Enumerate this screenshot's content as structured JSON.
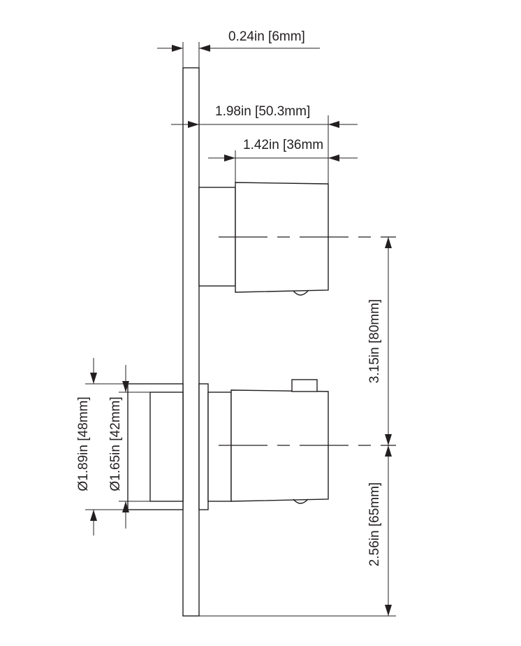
{
  "dimensions": {
    "panel_thickness": "0.24in [6mm]",
    "overall_depth": "1.98in [50.3mm]",
    "cartridge_depth": "1.42in [36mm",
    "center_spacing": "3.15in [80mm]",
    "bottom_offset": "2.56in [65mm]",
    "outer_diameter": "Ø1.89in [48mm]",
    "inner_diameter": "Ø1.65in [42mm]"
  },
  "colors": {
    "line": "#231f20",
    "background": "#ffffff"
  }
}
